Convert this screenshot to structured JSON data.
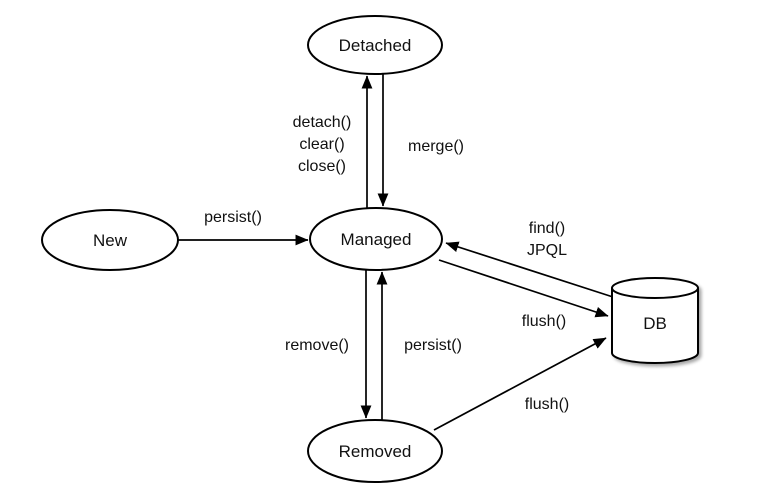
{
  "diagram": {
    "background_color": "#ffffff",
    "stroke_color": "#000000",
    "text_color": "#111111",
    "nodes": {
      "detached": {
        "label": "Detached",
        "shape": "ellipse"
      },
      "new": {
        "label": "New",
        "shape": "ellipse"
      },
      "managed": {
        "label": "Managed",
        "shape": "ellipse"
      },
      "removed": {
        "label": "Removed",
        "shape": "ellipse"
      },
      "db": {
        "label": "DB",
        "shape": "cylinder"
      }
    },
    "edges": {
      "managed_to_detached": {
        "from": "Managed",
        "to": "Detached",
        "label_lines": [
          "detach()",
          "clear()",
          "close()"
        ]
      },
      "detached_to_managed": {
        "from": "Detached",
        "to": "Managed",
        "label": "merge()"
      },
      "new_to_managed": {
        "from": "New",
        "to": "Managed",
        "label": "persist()"
      },
      "managed_to_removed": {
        "from": "Managed",
        "to": "Removed",
        "label": "remove()"
      },
      "removed_to_managed": {
        "from": "Removed",
        "to": "Managed",
        "label": "persist()"
      },
      "db_to_managed": {
        "from": "DB",
        "to": "Managed",
        "label_lines": [
          "find()",
          "JPQL"
        ]
      },
      "managed_to_db": {
        "from": "Managed",
        "to": "DB",
        "label": "flush()"
      },
      "removed_to_db": {
        "from": "Removed",
        "to": "DB",
        "label": "flush()"
      }
    }
  }
}
